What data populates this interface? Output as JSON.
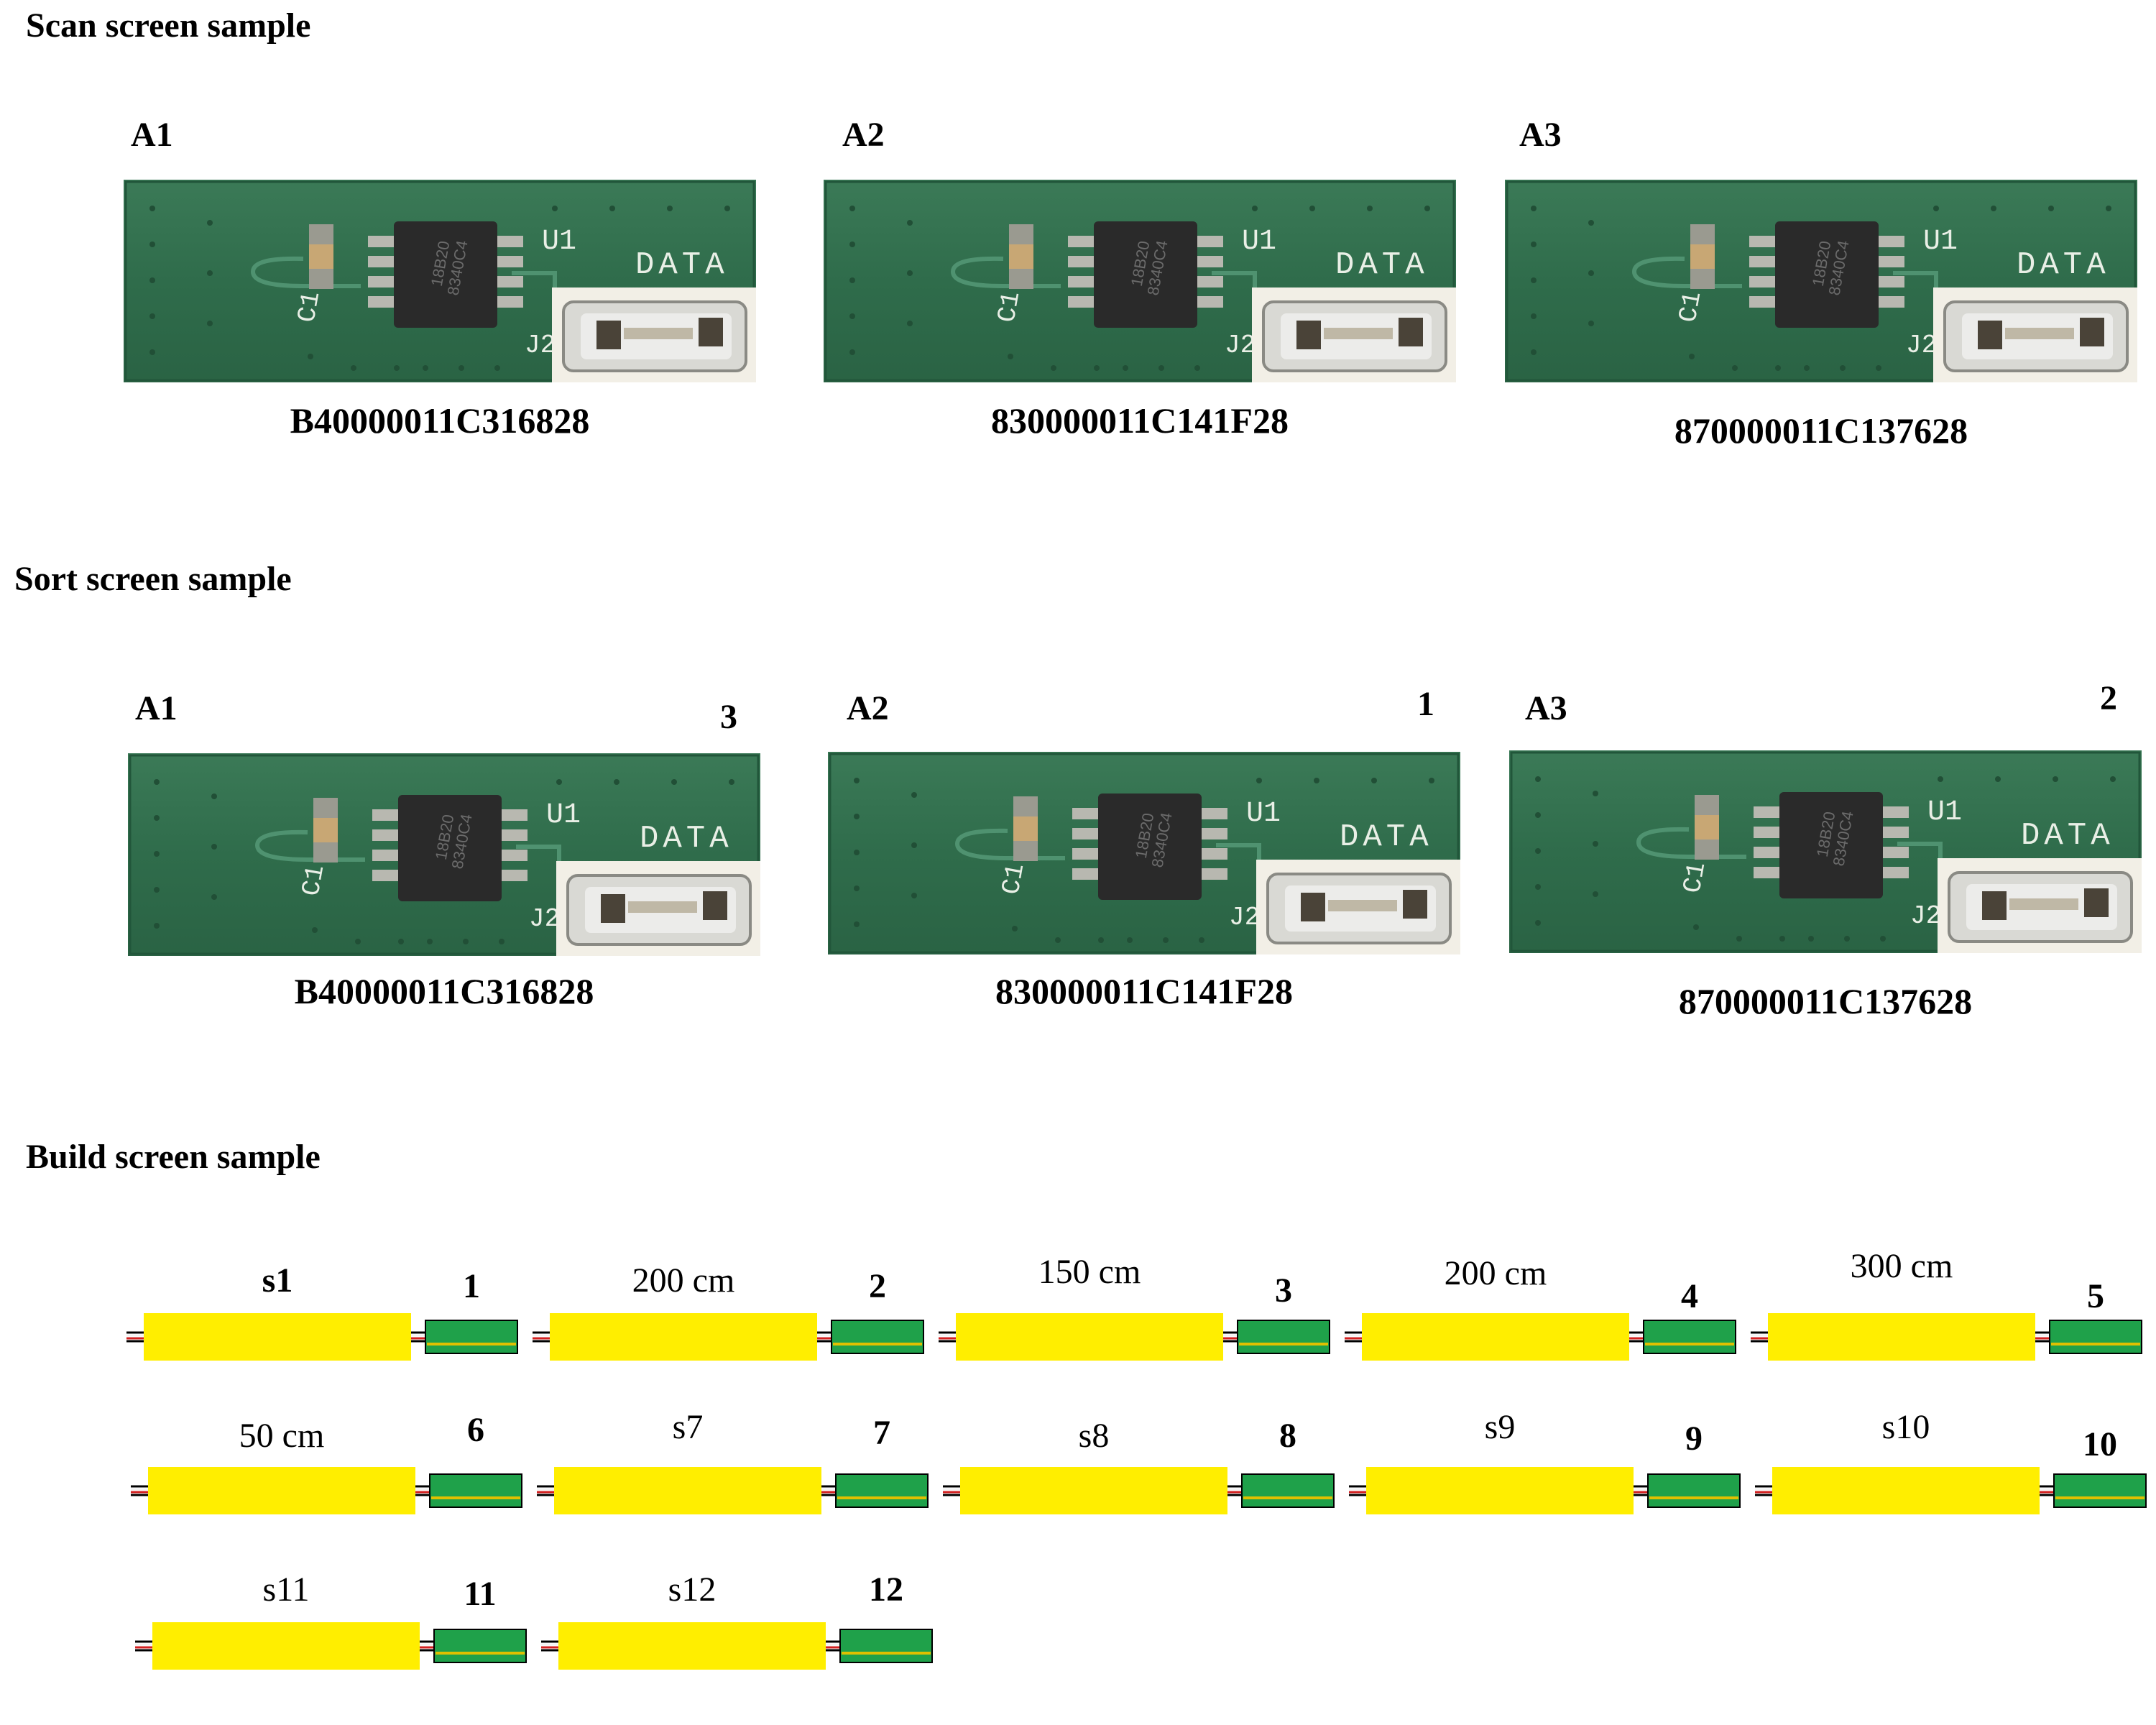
{
  "scan_section": {
    "title": "Scan screen sample",
    "cards": [
      {
        "label": "A1",
        "serial": "B40000011C316828"
      },
      {
        "label": "A2",
        "serial": "830000011C141F28"
      },
      {
        "label": "A3",
        "serial": "870000011C137628"
      }
    ]
  },
  "sort_section": {
    "title": "Sort screen sample",
    "cards": [
      {
        "label": "A1",
        "order": "3",
        "serial": "B40000011C316828"
      },
      {
        "label": "A2",
        "order": "1",
        "serial": "830000011C141F28"
      },
      {
        "label": "A3",
        "order": "2",
        "serial": "870000011C137628"
      }
    ]
  },
  "board": {
    "silkscreen_u1": "U1",
    "silkscreen_data": "DATA",
    "silkscreen_c1": "C1",
    "silkscreen_j2": "J2",
    "chip_text_1": "18B20",
    "chip_text_2": "8340C4"
  },
  "build_section": {
    "title": "Build screen sample",
    "rows": [
      {
        "segments": [
          "s1",
          "200 cm",
          "150 cm",
          "200 cm",
          "300 cm"
        ],
        "segment_bold": [
          true,
          false,
          false,
          false,
          false
        ],
        "nodes": [
          "1",
          "2",
          "3",
          "4",
          "5"
        ]
      },
      {
        "segments": [
          "50 cm",
          "s7",
          "s8",
          "s9",
          "s10"
        ],
        "segment_bold": [
          false,
          false,
          false,
          false,
          false
        ],
        "nodes": [
          "6",
          "7",
          "8",
          "9",
          "10"
        ]
      },
      {
        "segments": [
          "s11",
          "s12"
        ],
        "segment_bold": [
          false,
          false
        ],
        "nodes": [
          "11",
          "12"
        ]
      }
    ]
  },
  "colors": {
    "pcb": "#2e6b49",
    "pcb_light": "#3c7d57",
    "chip": "#2a2a2a",
    "cable_segment": "#ffee00",
    "sensor_node": "#1fa14a",
    "sensor_stripe": "#e0c000",
    "wire_red": "#d32020",
    "wire_white": "#f3f3f3",
    "wire_black": "#000000"
  }
}
